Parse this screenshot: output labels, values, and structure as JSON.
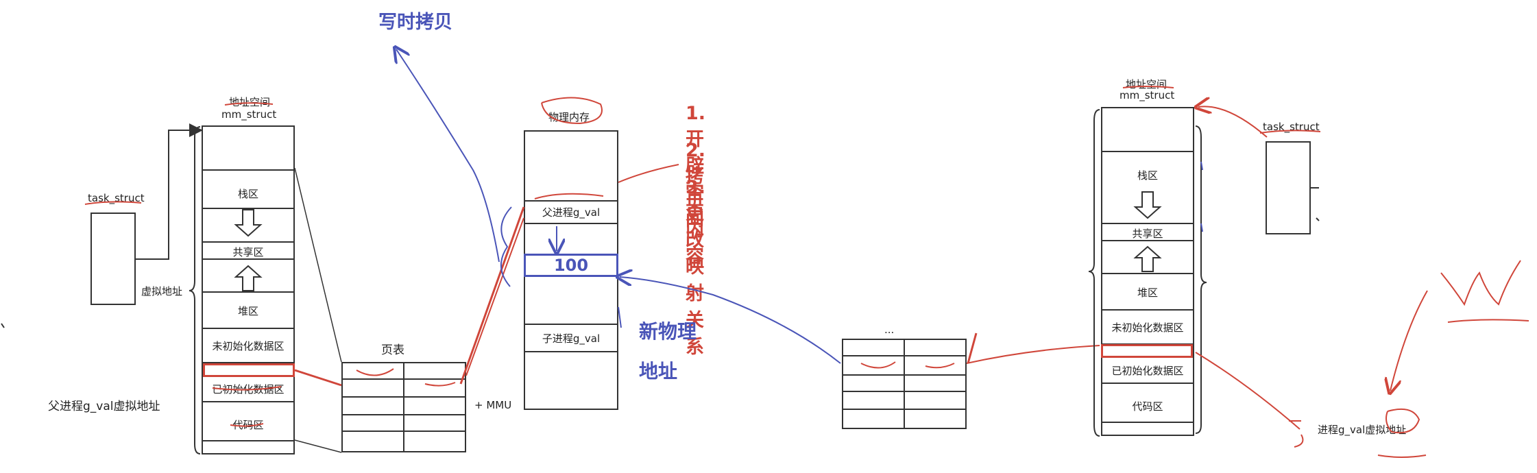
{
  "title": "写时拷贝",
  "steps": [
    "1. 开辟空间",
    "2. 拷贝内容",
    "3. 更改映射关系"
  ],
  "new_phys_label": "新物理地址",
  "parent": {
    "task_struct": "task_struct",
    "addr_space_title": "地址空间",
    "mm_struct": "mm_struct",
    "virtual_addr": "虚拟地址",
    "areas": [
      "栈区",
      "共享区",
      "堆区",
      "未初始化数据区",
      "已初始化数据区",
      "代码区"
    ],
    "gval_label": "父进程g_val虚拟地址",
    "page_table_title": "页表",
    "mmu": "+ MMU"
  },
  "physical": {
    "title": "物理内存",
    "parent_gval": "父进程g_val",
    "value": "100",
    "child_gval": "子进程g_val"
  },
  "child": {
    "task_struct": "task_struct",
    "addr_space_title": "地址空间",
    "mm_struct": "mm_struct",
    "areas": [
      "栈区",
      "共享区",
      "堆区",
      "未初始化数据区",
      "已初始化数据区",
      "代码区"
    ],
    "gval_label": "进程g_val虚拟地址",
    "page_table_dots": "..."
  },
  "colors": {
    "red": "#d0463a",
    "blue": "#4a55b8",
    "line": "#333333"
  }
}
